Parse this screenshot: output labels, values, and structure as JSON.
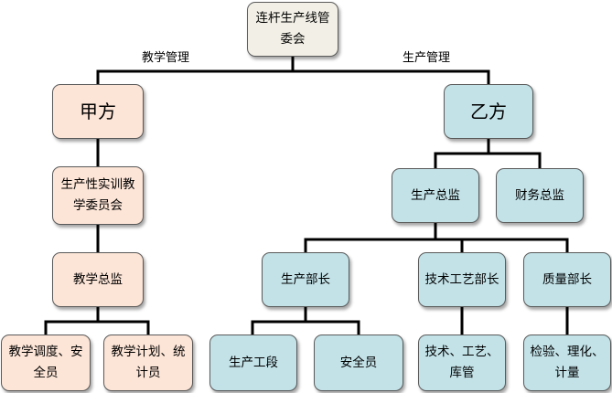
{
  "root": {
    "label": "连杆生产线管委会"
  },
  "edge_labels": {
    "left": "教学管理",
    "right": "生产管理"
  },
  "party_a": {
    "label": "甲方",
    "committee": "生产性实训教学委员会",
    "director": "教学总监",
    "children": [
      "教学调度、安全员",
      "教学计划、统计员"
    ]
  },
  "party_b": {
    "label": "乙方",
    "production_director": "生产总监",
    "finance_director": "财务总监",
    "departments": [
      {
        "label": "生产部长",
        "children": [
          "生产工段",
          "安全员"
        ]
      },
      {
        "label": "技术工艺部长",
        "children": [
          "技术、工艺、库管"
        ]
      },
      {
        "label": "质量部长",
        "children": [
          "检验、理化、计量"
        ]
      }
    ]
  },
  "colors": {
    "root": "#f2f0e6",
    "party_a": "#fce4d6",
    "party_b": "#c2e2e8",
    "line": "#000000"
  }
}
